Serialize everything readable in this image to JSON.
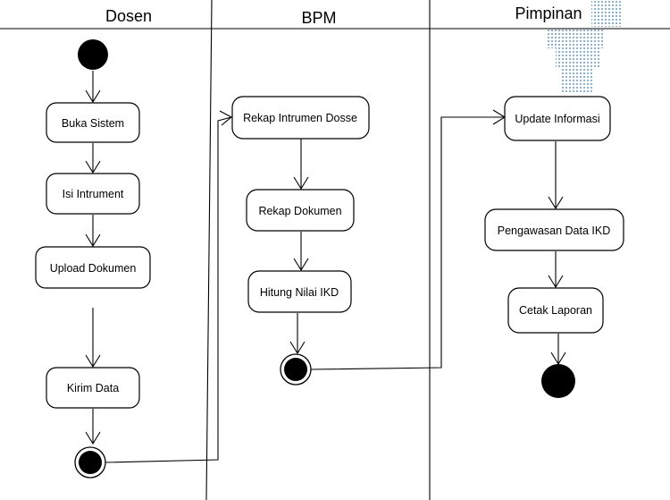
{
  "lanes": [
    {
      "title": "Dosen"
    },
    {
      "title": "BPM"
    },
    {
      "title": "Pimpinan"
    }
  ],
  "actions": {
    "buka_sistem": "Buka Sistem",
    "isi_intrument": "Isi Intrument",
    "upload_dokumen": "Upload Dokumen",
    "kirim_data": "Kirim Data",
    "rekap_intrumen": "Rekap Intrumen Dosse",
    "rekap_dokumen": "Rekap Dokumen",
    "hitung_nilai": "Hitung Nilai IKD",
    "update_informasi": "Update Informasi",
    "pengawasan_data": "Pengawasan Data IKD",
    "cetak_laporan": "Cetak Laporan"
  },
  "colors": {
    "line": "#000000",
    "fill": "#ffffff",
    "node": "#000000",
    "watermark": "#6a9ccc"
  }
}
